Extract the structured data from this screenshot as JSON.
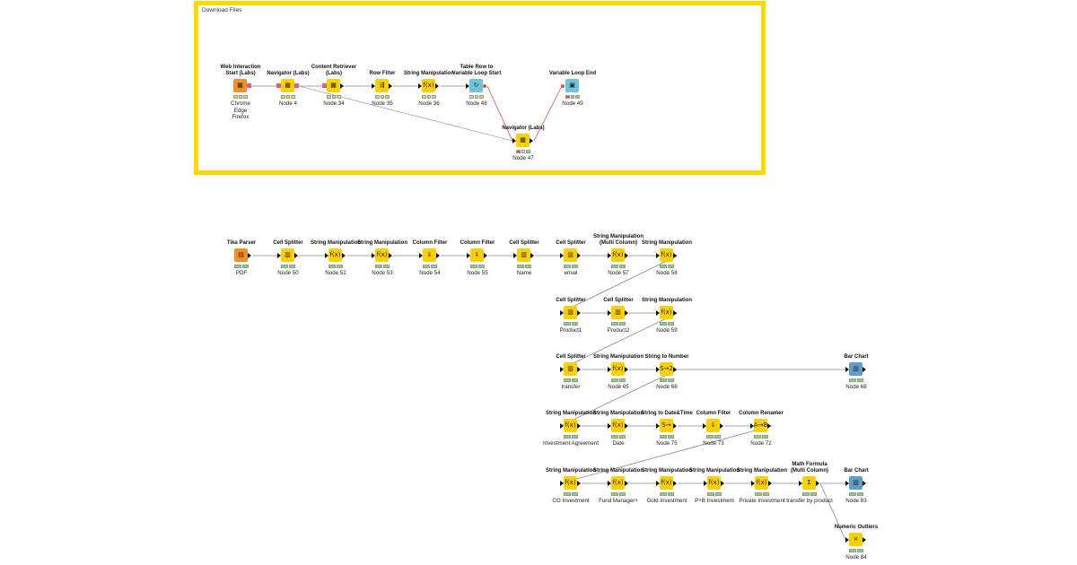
{
  "annotation": {
    "label": "Download Files"
  },
  "nodes": [
    {
      "id": "n1",
      "title": "Web Interaction\nStart (Labs)",
      "label": "Chrome\nEdge\nFirefox",
      "color": "orange",
      "glyph": "▦",
      "status": "yyy"
    },
    {
      "id": "n4",
      "title": "Navigator (Labs)",
      "label": "Node 4",
      "color": "yellow",
      "glyph": "▦",
      "status": "yyy"
    },
    {
      "id": "n34",
      "title": "Content Retriever\n(Labs)",
      "label": "Node 34",
      "color": "yellow",
      "glyph": "▦",
      "status": "yyy"
    },
    {
      "id": "n35",
      "title": "Row Filter",
      "label": "Node 35",
      "color": "yellow",
      "glyph": "⇶",
      "status": "yyy"
    },
    {
      "id": "n36",
      "title": "String Manipulation",
      "label": "Node 36",
      "color": "yellow",
      "glyph": "f(x)",
      "status": "yyy"
    },
    {
      "id": "n48",
      "title": "Table Row to\nVariable Loop Start",
      "label": "Node 48",
      "color": "cyan",
      "glyph": "↻",
      "status": "yyy"
    },
    {
      "id": "n49",
      "title": "Variable Loop End",
      "label": "Node 49",
      "color": "cyan",
      "glyph": "▣",
      "status": "rgg"
    },
    {
      "id": "n47",
      "title": "Navigator (Labs)",
      "label": "Node 47",
      "color": "yellow",
      "glyph": "▦",
      "status": "rxg"
    },
    {
      "id": "tika",
      "title": "Tika Parser",
      "label": "PDF",
      "color": "orange",
      "glyph": "▤",
      "status": "gg"
    },
    {
      "id": "n50",
      "title": "Cell Splitter",
      "label": "Node 50",
      "color": "yellow",
      "glyph": "▥",
      "status": "gg"
    },
    {
      "id": "n52",
      "title": "String Manipulation",
      "label": "Node 52",
      "color": "yellow",
      "glyph": "f(x)",
      "status": "gg"
    },
    {
      "id": "n53",
      "title": "String Manipulation",
      "label": "Node 53",
      "color": "yellow",
      "glyph": "f(x)",
      "status": "gg"
    },
    {
      "id": "n54",
      "title": "Column Filter",
      "label": "Node 54",
      "color": "yellow",
      "glyph": "⇓",
      "status": "gg"
    },
    {
      "id": "n55",
      "title": "Column Filter",
      "label": "Node 55",
      "color": "yellow",
      "glyph": "⇓",
      "status": "gg"
    },
    {
      "id": "name",
      "title": "Cell Splitter",
      "label": "Name",
      "color": "yellow",
      "glyph": "▥",
      "status": "gg"
    },
    {
      "id": "email",
      "title": "Cell Splitter",
      "label": "email",
      "color": "yellow",
      "glyph": "▥",
      "status": "gg"
    },
    {
      "id": "n57",
      "title": "String Manipulation\n(Multi Column)",
      "label": "Node 57",
      "color": "yellow",
      "glyph": "f(x)",
      "status": "gg"
    },
    {
      "id": "n58",
      "title": "String Manipulation",
      "label": "Node 58",
      "color": "yellow",
      "glyph": "f(x)",
      "status": "gg"
    },
    {
      "id": "product1",
      "title": "Cell Splitter",
      "label": "Product1",
      "color": "yellow",
      "glyph": "▥",
      "status": "gg"
    },
    {
      "id": "product2",
      "title": "Cell Splitter",
      "label": "Product2",
      "color": "yellow",
      "glyph": "▥",
      "status": "gg"
    },
    {
      "id": "n59",
      "title": "String Manipulation",
      "label": "Node 59",
      "color": "yellow",
      "glyph": "f(x)",
      "status": "gg"
    },
    {
      "id": "transfer",
      "title": "Cell Splitter",
      "label": "transfer",
      "color": "yellow",
      "glyph": "▥",
      "status": "gg"
    },
    {
      "id": "n65",
      "title": "String Manipulation",
      "label": "Node 65",
      "color": "yellow",
      "glyph": "f(x)",
      "status": "gg"
    },
    {
      "id": "n66",
      "title": "String to Number",
      "label": "Node 66",
      "color": "yellow",
      "glyph": "S→2",
      "status": "gg"
    },
    {
      "id": "n68",
      "title": "Bar Chart",
      "label": "Node 68",
      "color": "blue",
      "glyph": "▥",
      "status": "gg"
    },
    {
      "id": "invagr",
      "title": "String Manipulation",
      "label": "Investment Agreement",
      "color": "yellow",
      "glyph": "f(x)",
      "status": "gg"
    },
    {
      "id": "date",
      "title": "String Manipulation",
      "label": "Date",
      "color": "yellow",
      "glyph": "f(x)",
      "status": "gg"
    },
    {
      "id": "n75",
      "title": "String to Date&Time",
      "label": "Node 75",
      "color": "yellow",
      "glyph": "S→",
      "status": "gg"
    },
    {
      "id": "n73",
      "title": "Column Filter",
      "label": "Node 73",
      "color": "yellow",
      "glyph": "⇓",
      "status": "gg"
    },
    {
      "id": "n72",
      "title": "Column Renamer",
      "label": "Node 72",
      "color": "yellow",
      "glyph": "A→B",
      "status": "gg"
    },
    {
      "id": "coinv",
      "title": "String Manipulation",
      "label": "CO Investment",
      "color": "yellow",
      "glyph": "f(x)",
      "status": "gg"
    },
    {
      "id": "fundmgr",
      "title": "String Manipulation",
      "label": "Fund Manager+",
      "color": "yellow",
      "glyph": "f(x)",
      "status": "gg"
    },
    {
      "id": "goldinv",
      "title": "String Manipulation",
      "label": "Gold Investment",
      "color": "yellow",
      "glyph": "f(x)",
      "status": "gg"
    },
    {
      "id": "pbinv",
      "title": "String Manipulation",
      "label": "P+B Investment",
      "color": "yellow",
      "glyph": "f(x)",
      "status": "gg"
    },
    {
      "id": "privinv",
      "title": "String Manipulation",
      "label": "Private Investment",
      "color": "yellow",
      "glyph": "f(x)",
      "status": "gg"
    },
    {
      "id": "tbp",
      "title": "Math Formula\n(Multi Column)",
      "label": "transfer by product",
      "color": "yellow",
      "glyph": "Σ",
      "status": "gg"
    },
    {
      "id": "n83",
      "title": "Bar Chart",
      "label": "Node 83",
      "color": "blue",
      "glyph": "▥",
      "status": "gg"
    },
    {
      "id": "n84",
      "title": "Numeric Outliers",
      "label": "Node 84",
      "color": "yellow",
      "glyph": "⨯",
      "status": "gg"
    }
  ]
}
